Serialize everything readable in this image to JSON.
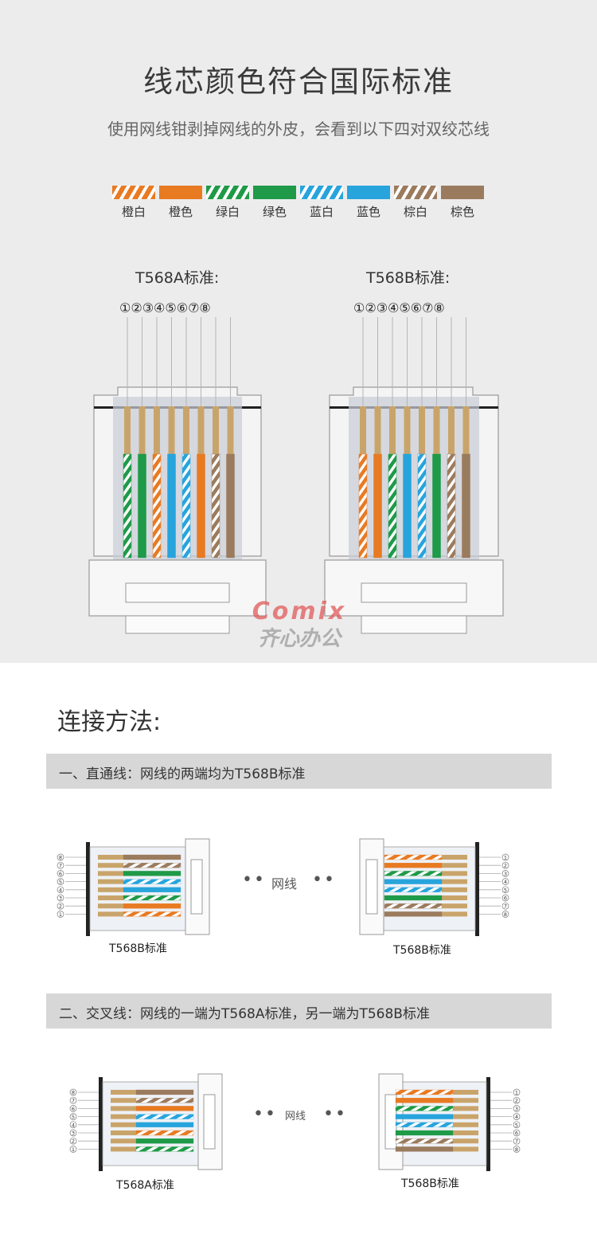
{
  "header": {
    "title": "线芯颜色符合国际标准",
    "subtitle": "使用网线钳剥掉网线的外皮，会看到以下四对双绞芯线"
  },
  "legend": [
    {
      "label": "橙白",
      "color": "#e87a22",
      "striped": true
    },
    {
      "label": "橙色",
      "color": "#e87a22",
      "striped": false
    },
    {
      "label": "绿白",
      "color": "#1f9a48",
      "striped": true
    },
    {
      "label": "绿色",
      "color": "#1f9a48",
      "striped": false
    },
    {
      "label": "蓝白",
      "color": "#27a4dc",
      "striped": true
    },
    {
      "label": "蓝色",
      "color": "#27a4dc",
      "striped": false
    },
    {
      "label": "棕白",
      "color": "#9b7b5e",
      "striped": true
    },
    {
      "label": "棕色",
      "color": "#9b7b5e",
      "striped": false
    }
  ],
  "standards": {
    "a_label": "T568A标准:",
    "b_label": "T568B标准:",
    "pin_numbers": "①②③④⑤⑥⑦⑧"
  },
  "watermark": {
    "brand": "Comix",
    "subtext": "齐心办公"
  },
  "connection": {
    "heading": "连接方法:",
    "straight_bar": "一、直通线：网线的两端均为T568B标准",
    "straight_left_caption": "T568B标准",
    "straight_right_caption": "T568B标准",
    "straight_middle": "网线",
    "cross_bar": "二、交叉线：网线的一端为T568A标准，另一端为T568B标准",
    "cross_left_caption": "T568A标准",
    "cross_right_caption": "T568B标准",
    "cross_middle": "网线",
    "mini_pins": [
      "1",
      "2",
      "3",
      "4",
      "5",
      "6",
      "7",
      "8"
    ]
  },
  "colors": {
    "orange": "#e87a22",
    "green": "#1f9a48",
    "blue": "#27a4dc",
    "brown": "#9b7b5e",
    "copper": "#c9a46a",
    "plug": "#c7ccd6",
    "outline": "#999999"
  }
}
